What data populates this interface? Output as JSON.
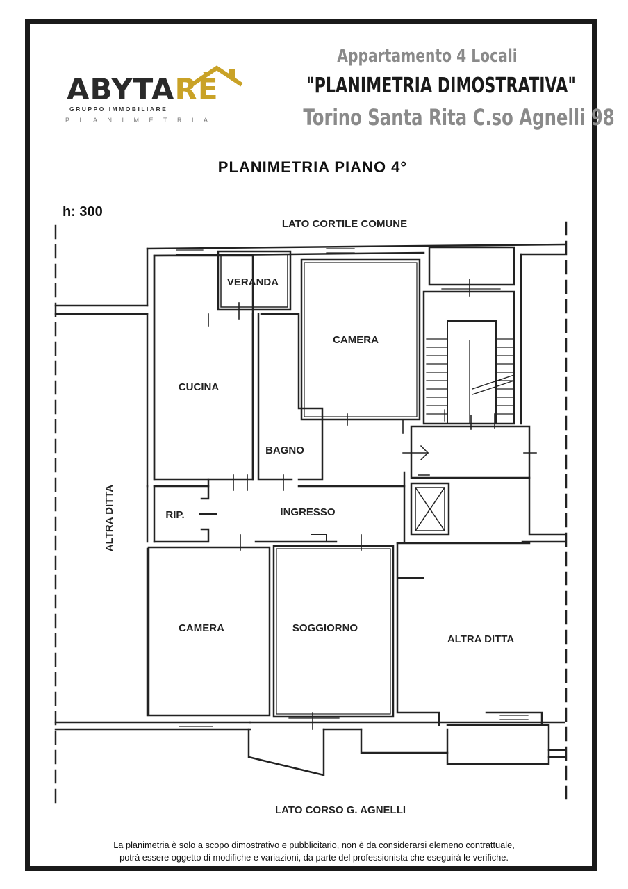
{
  "brand": {
    "name_main": "ABYTA",
    "name_accent": "RÈ",
    "tagline": "GRUPPO IMMOBILIARE",
    "section": "PLANIMETRIA"
  },
  "header": {
    "line1": "Appartamento 4 Locali",
    "line2": "\"PLANIMETRIA DIMOSTRATIVA\"",
    "line3": "Torino Santa Rita C.so Agnelli 98"
  },
  "plan": {
    "title": "PLANIMETRIA PIANO 4°",
    "height_label": "h: 300",
    "side_top": "LATO CORTILE COMUNE",
    "side_bottom": "LATO CORSO G. AGNELLI",
    "rooms": {
      "veranda": "VERANDA",
      "camera_top": "CAMERA",
      "cucina": "CUCINA",
      "bagno": "BAGNO",
      "rip": "RIP.",
      "ingresso": "INGRESSO",
      "camera_bottom": "CAMERA",
      "soggiorno": "SOGGIORNO",
      "altra_ditta_left": "ALTRA DITTA",
      "altra_ditta_right": "ALTRA DITTA"
    }
  },
  "footer": {
    "line1": "La planimetria è solo a scopo dimostrativo e pubblicitario, non è da considerarsi elemeno contrattuale,",
    "line2": "potrà essere oggetto di modifiche e variazioni, da parte del professionista che eseguirà le verifiche."
  },
  "colors": {
    "frame": "#1a1a1a",
    "accent_gold": "#c9a227",
    "header_gray": "#8a8a8a",
    "wall": "#222222"
  }
}
